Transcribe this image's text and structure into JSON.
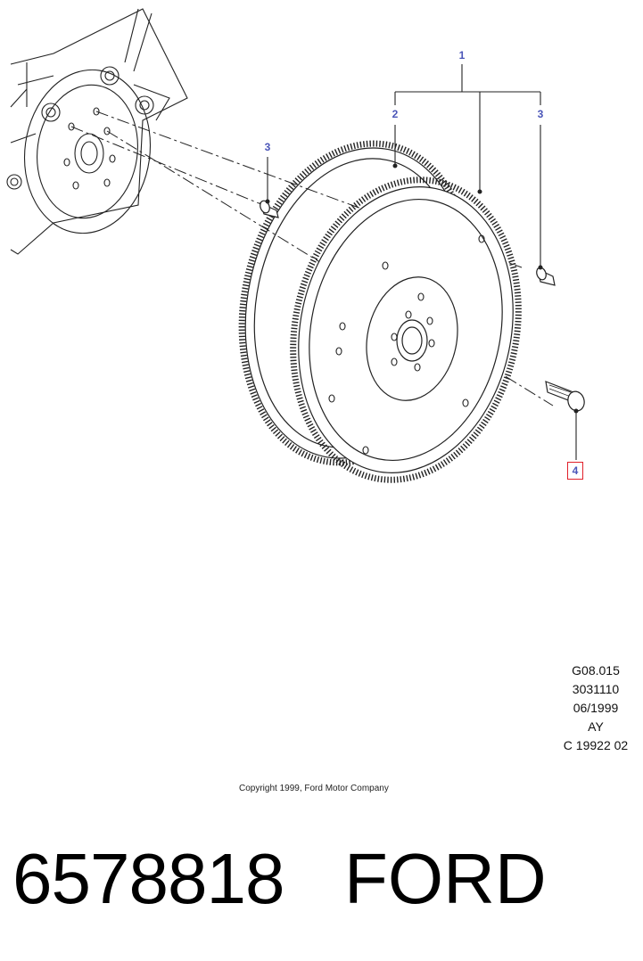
{
  "callouts": {
    "c1": "1",
    "c2": "2",
    "c3_left": "3",
    "c3_right": "3",
    "c4": "4"
  },
  "colors": {
    "callout_text": "#4a55b8",
    "highlight_box": "#e0202a",
    "line_art": "#222222"
  },
  "reference_block": {
    "line1": "G08.015",
    "line2": "3031110",
    "line3": "06/1999",
    "line4": "AY",
    "line5": "C 19922 02"
  },
  "copyright": "Copyright 1999, Ford Motor Company",
  "part_number": "6578818",
  "brand": "FORD"
}
